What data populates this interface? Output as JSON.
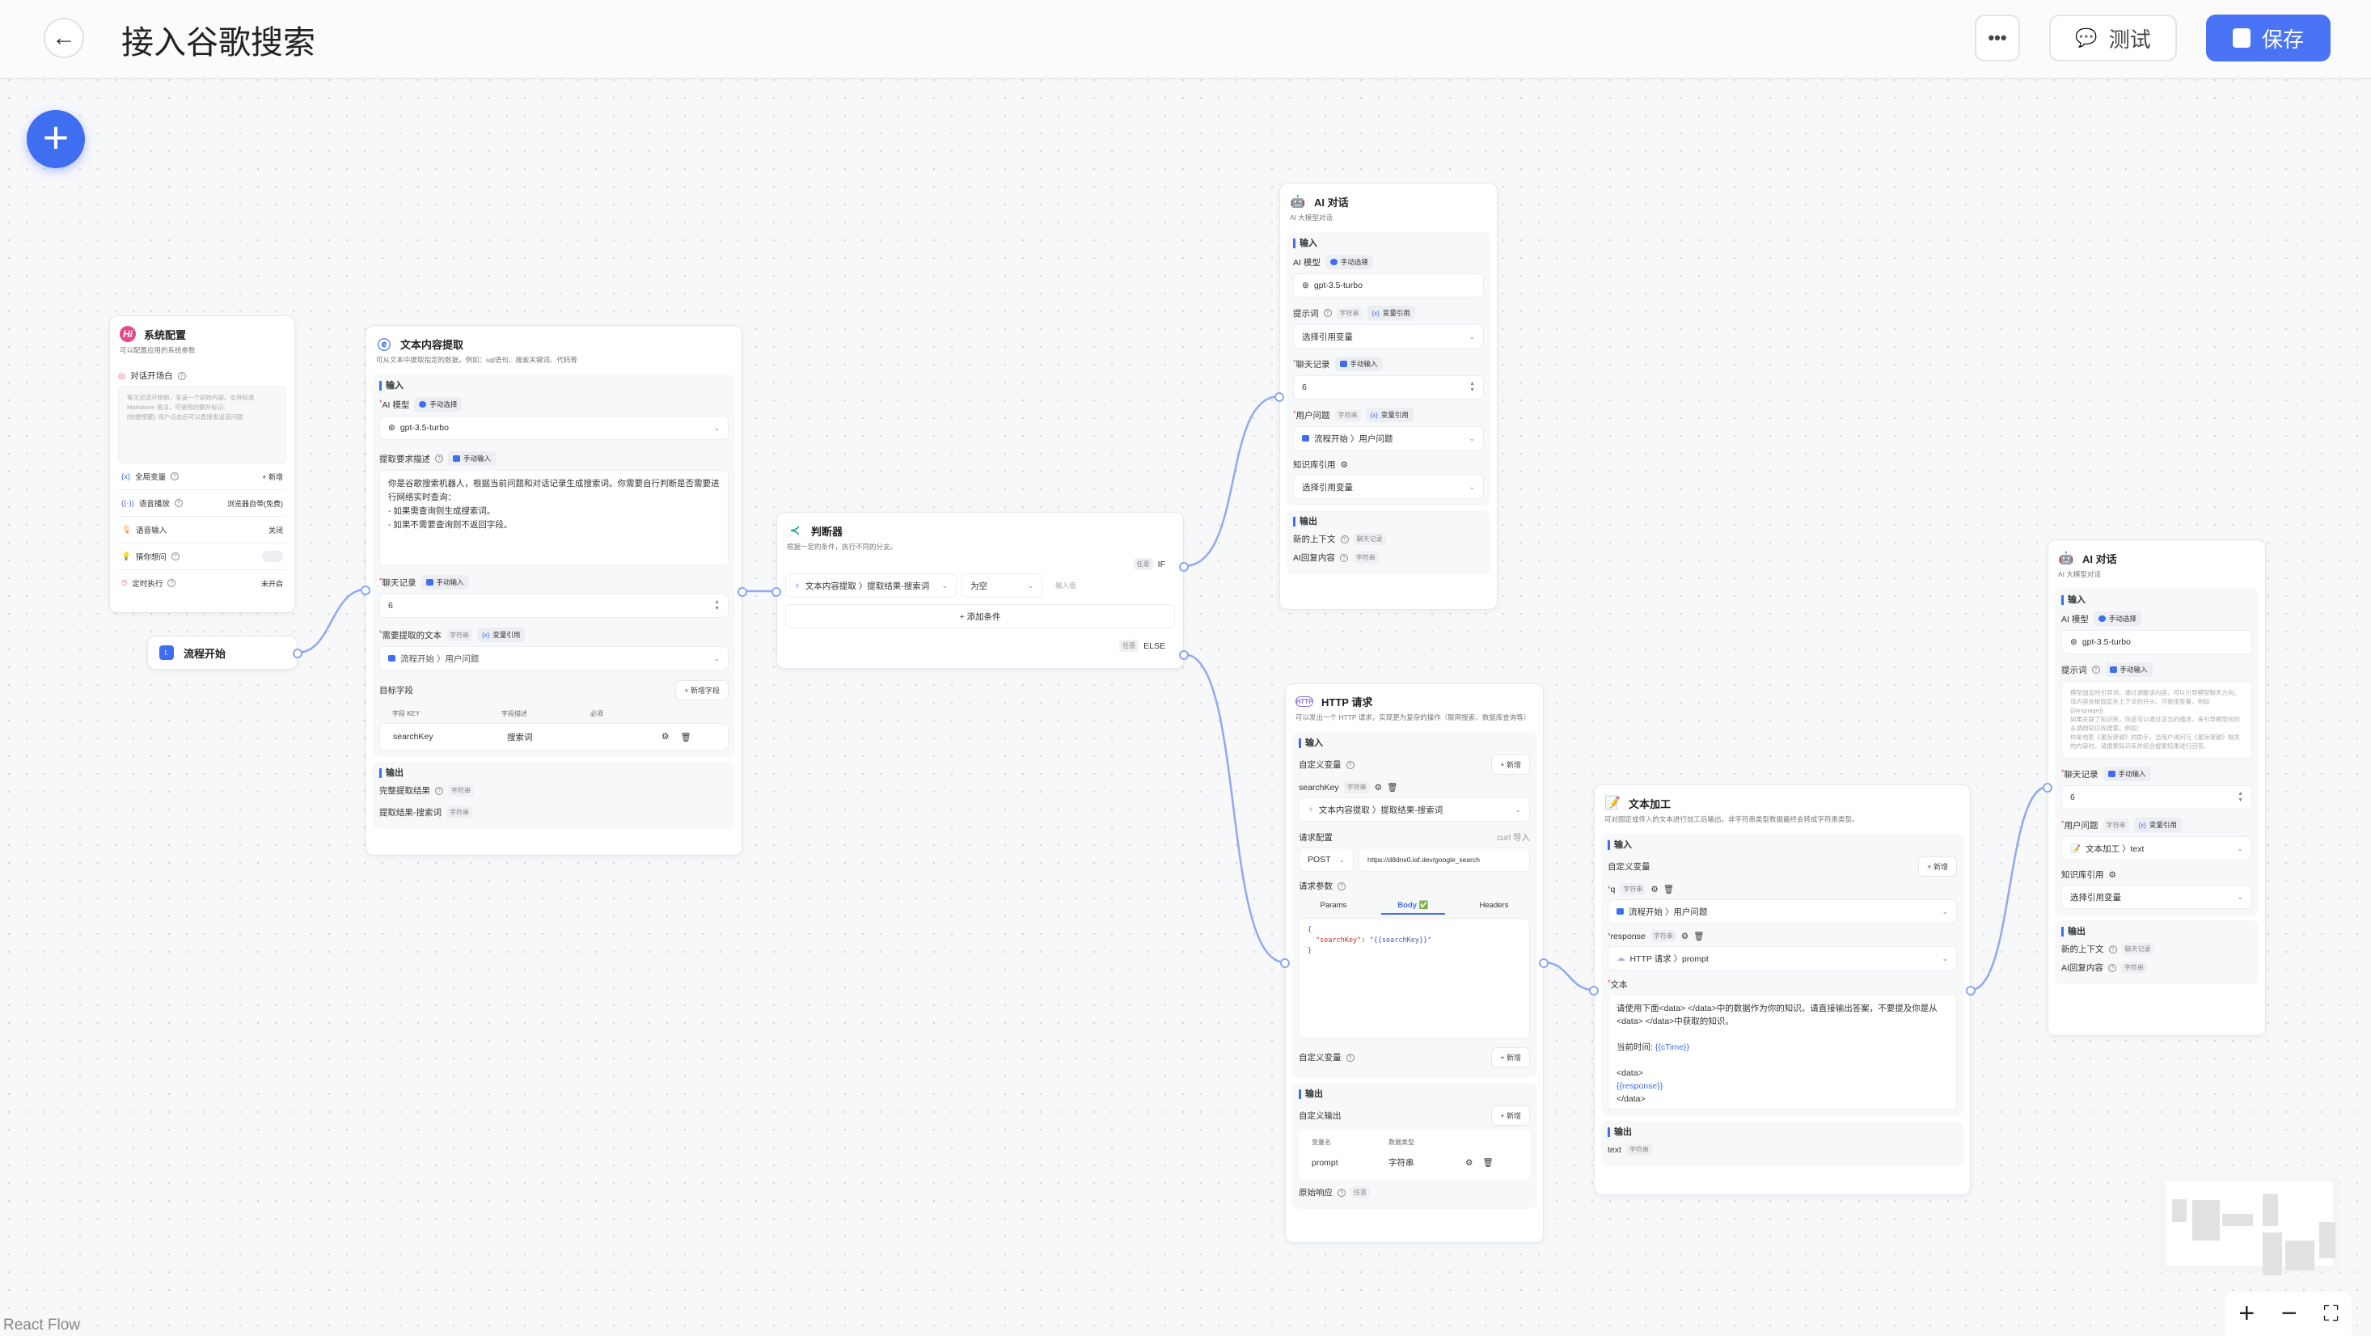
{
  "header": {
    "title": "接入谷歌搜索",
    "test_label": "测试",
    "save_label": "保存",
    "icons": {
      "back": "arrow-left-icon",
      "more": "more-dots-icon",
      "test": "chat-bubble-icon",
      "save": "floppy-disk-icon"
    }
  },
  "canvas": {
    "footer": "React Flow",
    "accent": "#3f6ef0"
  },
  "sys": {
    "title": "系统配置",
    "desc": "可以配置应用的系统参数",
    "opener_label": "对话开场白",
    "opener_placeholder": "每次对话开始前，发送一个初始内容。支持标准 Markdown 语法，可使用的额外标记:\n[快捷按键]: 用户点击后可以直接发送该问题",
    "global_var": "全局变量",
    "add": "+ 新增",
    "tts": "语音播放",
    "tts_value": "浏览器自带(免费)",
    "voice_input": "语音输入",
    "voice_input_value": "关闭",
    "guess": "猜你想问",
    "timer": "定时执行",
    "timer_value": "未开启"
  },
  "start": {
    "title": "流程开始"
  },
  "extract": {
    "title": "文本内容提取",
    "desc": "可从文本中提取指定的数据，例如：sql语句、搜索关键词、代码等",
    "input": "输入",
    "model_label": "AI 模型",
    "model_tag": "手动选择",
    "model": "gpt-3.5-turbo",
    "desc_label": "提取要求描述",
    "desc_tag": "手动输入",
    "prompt": "你是谷歌搜索机器人，根据当前问题和对话记录生成搜索词。你需要自行判断是否需要进行网络实时查询：\n- 如果需查询则生成搜索词。\n- 如果不需要查询则不返回字段。",
    "history_label": "聊天记录",
    "history_tag": "手动输入",
    "history": "6",
    "text_label": "需要提取的文本",
    "text_type": "字符串",
    "text_tag": "变量引用",
    "text_ref": "流程开始 〉用户问题",
    "target_label": "目标字段",
    "add_field": "+ 新增字段",
    "cols": [
      "字段 KEY",
      "字段描述",
      "必须"
    ],
    "row": {
      "key": "searchKey",
      "desc": "搜索词"
    },
    "output": "输出",
    "out1": "完整提取结果",
    "out2": "提取结果-搜索词",
    "type": "字符串"
  },
  "judge": {
    "title": "判断器",
    "desc": "根据一定的条件，执行不同的分支。",
    "any": "任意",
    "if": "IF",
    "else": "ELSE",
    "cond_var": "文本内容提取 〉提取结果-搜索词",
    "cond_op": "为空",
    "cond_value_placeholder": "输入值",
    "add_cond": "+ 添加条件"
  },
  "ai1": {
    "title": "AI 对话",
    "desc": "AI 大模型对话",
    "input": "输入",
    "model_label": "AI 模型",
    "model_tag": "手动选择",
    "model": "gpt-3.5-turbo",
    "prompt_label": "提示词",
    "type": "字符串",
    "var_tag": "变量引用",
    "select_var": "选择引用变量",
    "history_label": "聊天记录",
    "history_tag": "手动输入",
    "history": "6",
    "question_label": "用户问题",
    "question_ref": "流程开始 〉用户问题",
    "kb_label": "知识库引用",
    "output": "输出",
    "out1": "新的上下文",
    "out1_type": "聊天记录",
    "out2": "AI回复内容"
  },
  "http": {
    "title": "HTTP 请求",
    "desc": "可以发出一个 HTTP 请求，实现更为复杂的操作（联网搜索、数据库查询等）",
    "input": "输入",
    "custom_var": "自定义变量",
    "add": "+ 新增",
    "var_name": "searchKey",
    "type": "字符串",
    "var_ref": "文本内容提取 〉提取结果-搜索词",
    "req_config": "请求配置",
    "curl": "curl 导入",
    "method": "POST",
    "url": "https://d8dns0.laf.dev/google_search",
    "req_params": "请求参数",
    "tabs": [
      "Params",
      "Body ✅",
      "Headers"
    ],
    "active_tab": "Body",
    "body_open": "{",
    "body_key": "\"searchKey\"",
    "body_val": "\"{{searchKey}}\"",
    "body_close": "}",
    "output": "输出",
    "custom_out": "自定义输出",
    "out_cols": [
      "变量名",
      "数据类型"
    ],
    "out_row": {
      "name": "prompt",
      "type": "字符串"
    },
    "raw": "原始响应",
    "raw_type": "任意"
  },
  "textproc": {
    "title": "文本加工",
    "desc": "可对固定或传入的文本进行加工后输出，非字符串类型数据最终会转成字符串类型。",
    "input": "输入",
    "custom_var": "自定义变量",
    "add": "+ 新增",
    "v1": "q",
    "v1_ref": "流程开始 〉用户问题",
    "v2": "response",
    "v2_ref": "HTTP 请求 〉prompt",
    "type": "字符串",
    "text_label": "文本",
    "text_1": "请使用下面<data> </data>中的数据作为你的知识。请直接输出答案，不要提及你是从<data> </data>中获取的知识。",
    "text_2": "当前时间: ",
    "text_var1": "{{cTime}}",
    "text_3": "<data>",
    "text_var2": "{{response}}",
    "text_4": "</data>",
    "output": "输出",
    "out": "text"
  },
  "ai2": {
    "title": "AI 对话",
    "desc": "AI 大模型对话",
    "input": "输入",
    "model_label": "AI 模型",
    "model_tag": "手动选择",
    "model": "gpt-3.5-turbo",
    "prompt_label": "提示词",
    "prompt_tag": "手动输入",
    "prompt_placeholder": "模型固定的引导词，通过调整该内容，可以引导模型聊天方向。该内容会被固定在上下文的开头。可使用变量，例如 {{language}}\n如果关联了知识库，你还可以通过适当的描述，来引导模型何时去调用知识库搜索。例如：\n你是电影《星际穿越》的助手，当用户询问与《星际穿越》相关的内容时，请搜索知识库并结合搜索结果进行回答。",
    "history_label": "聊天记录",
    "history_tag": "手动输入",
    "history": "6",
    "question_label": "用户问题",
    "type": "字符串",
    "var_tag": "变量引用",
    "question_ref": "文本加工 〉text",
    "kb_label": "知识库引用",
    "select_var": "选择引用变量",
    "output": "输出",
    "out1": "新的上下文",
    "out1_type": "聊天记录",
    "out2": "AI回复内容"
  }
}
